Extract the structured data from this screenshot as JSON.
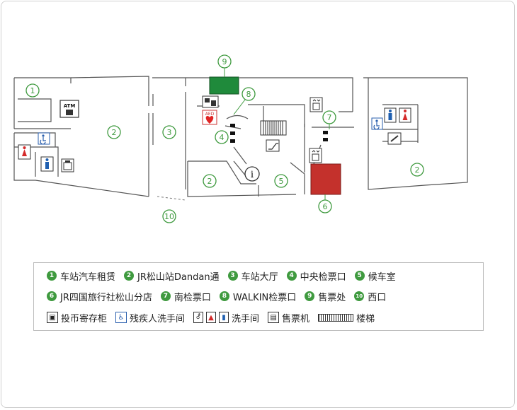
{
  "map": {
    "area_numbers": [
      {
        "id": "n1",
        "label": "1"
      },
      {
        "id": "n2a",
        "label": "2"
      },
      {
        "id": "n3",
        "label": "3"
      },
      {
        "id": "n9",
        "label": "9"
      },
      {
        "id": "n8",
        "label": "8"
      },
      {
        "id": "n4",
        "label": "4"
      },
      {
        "id": "n7",
        "label": "7"
      },
      {
        "id": "n2b",
        "label": "2"
      },
      {
        "id": "n5",
        "label": "5"
      },
      {
        "id": "n6",
        "label": "6"
      },
      {
        "id": "n10",
        "label": "10"
      },
      {
        "id": "n2c",
        "label": "2"
      }
    ],
    "atm_label": "ATM",
    "aed_label": "AED",
    "info_label": "i",
    "colors": {
      "ticket_office": "#1f8a3b",
      "jr_travel": "#c4312c",
      "wc_female": "#d42a2a",
      "wc_male": "#1f5fb0",
      "accessible": "#2a5fae",
      "number_green": "#3f9a3f"
    }
  },
  "legend": {
    "row1": [
      {
        "num": "1",
        "text": "车站汽车租赁"
      },
      {
        "num": "2",
        "text": "JR松山站Dandan通"
      },
      {
        "num": "3",
        "text": "车站大厅"
      },
      {
        "num": "4",
        "text": "中央检票口"
      },
      {
        "num": "5",
        "text": "候车室"
      }
    ],
    "row2": [
      {
        "num": "6",
        "text": "JR四国旅行社松山分店"
      },
      {
        "num": "7",
        "text": "南检票口"
      },
      {
        "num": "8",
        "text": "WALKIN检票口"
      },
      {
        "num": "9",
        "text": "售票处"
      },
      {
        "num": "10",
        "text": "西口"
      }
    ],
    "row3": [
      {
        "icon": "locker-icon",
        "text": "投币寄存柜"
      },
      {
        "icon": "accessible-icon",
        "text": "残疾人洗手间"
      },
      {
        "icon": "restroom-icon",
        "text": "洗手间"
      },
      {
        "icon": "ticket-machine-icon",
        "text": "售票机"
      },
      {
        "icon": "stairs-icon",
        "text": "楼梯"
      }
    ]
  }
}
